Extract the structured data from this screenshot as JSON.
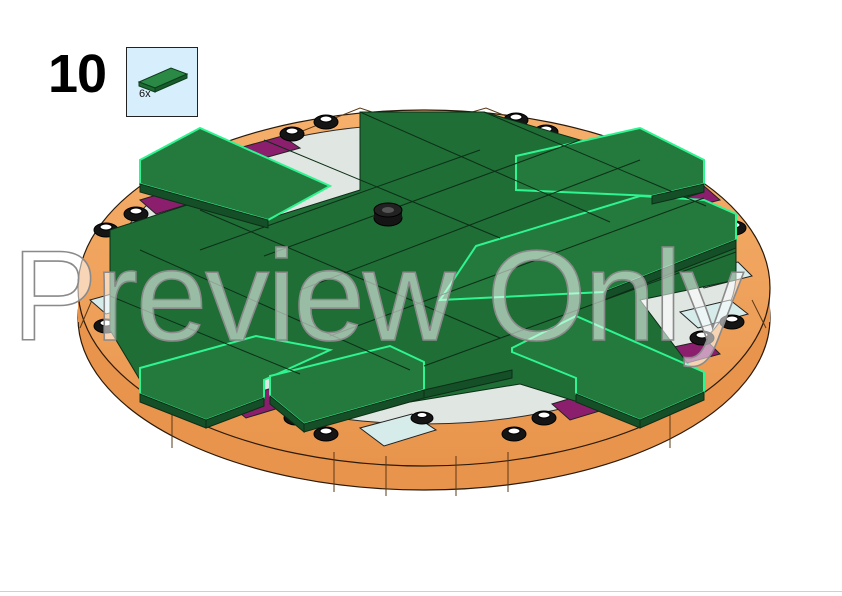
{
  "step": {
    "number": "10"
  },
  "parts": [
    {
      "icon": "green-tile-2x4-icon",
      "quantity": "6x",
      "color": "#1f7a35"
    }
  ],
  "watermark": {
    "text": "Preview Only"
  },
  "colors": {
    "tile_green": "#1e6e36",
    "tile_highlight": "#2ef590",
    "base_orange": "#f4a45c",
    "plate_magenta": "#8b1f6e",
    "plate_light": "#d6ecea",
    "stud_black": "#151515"
  }
}
